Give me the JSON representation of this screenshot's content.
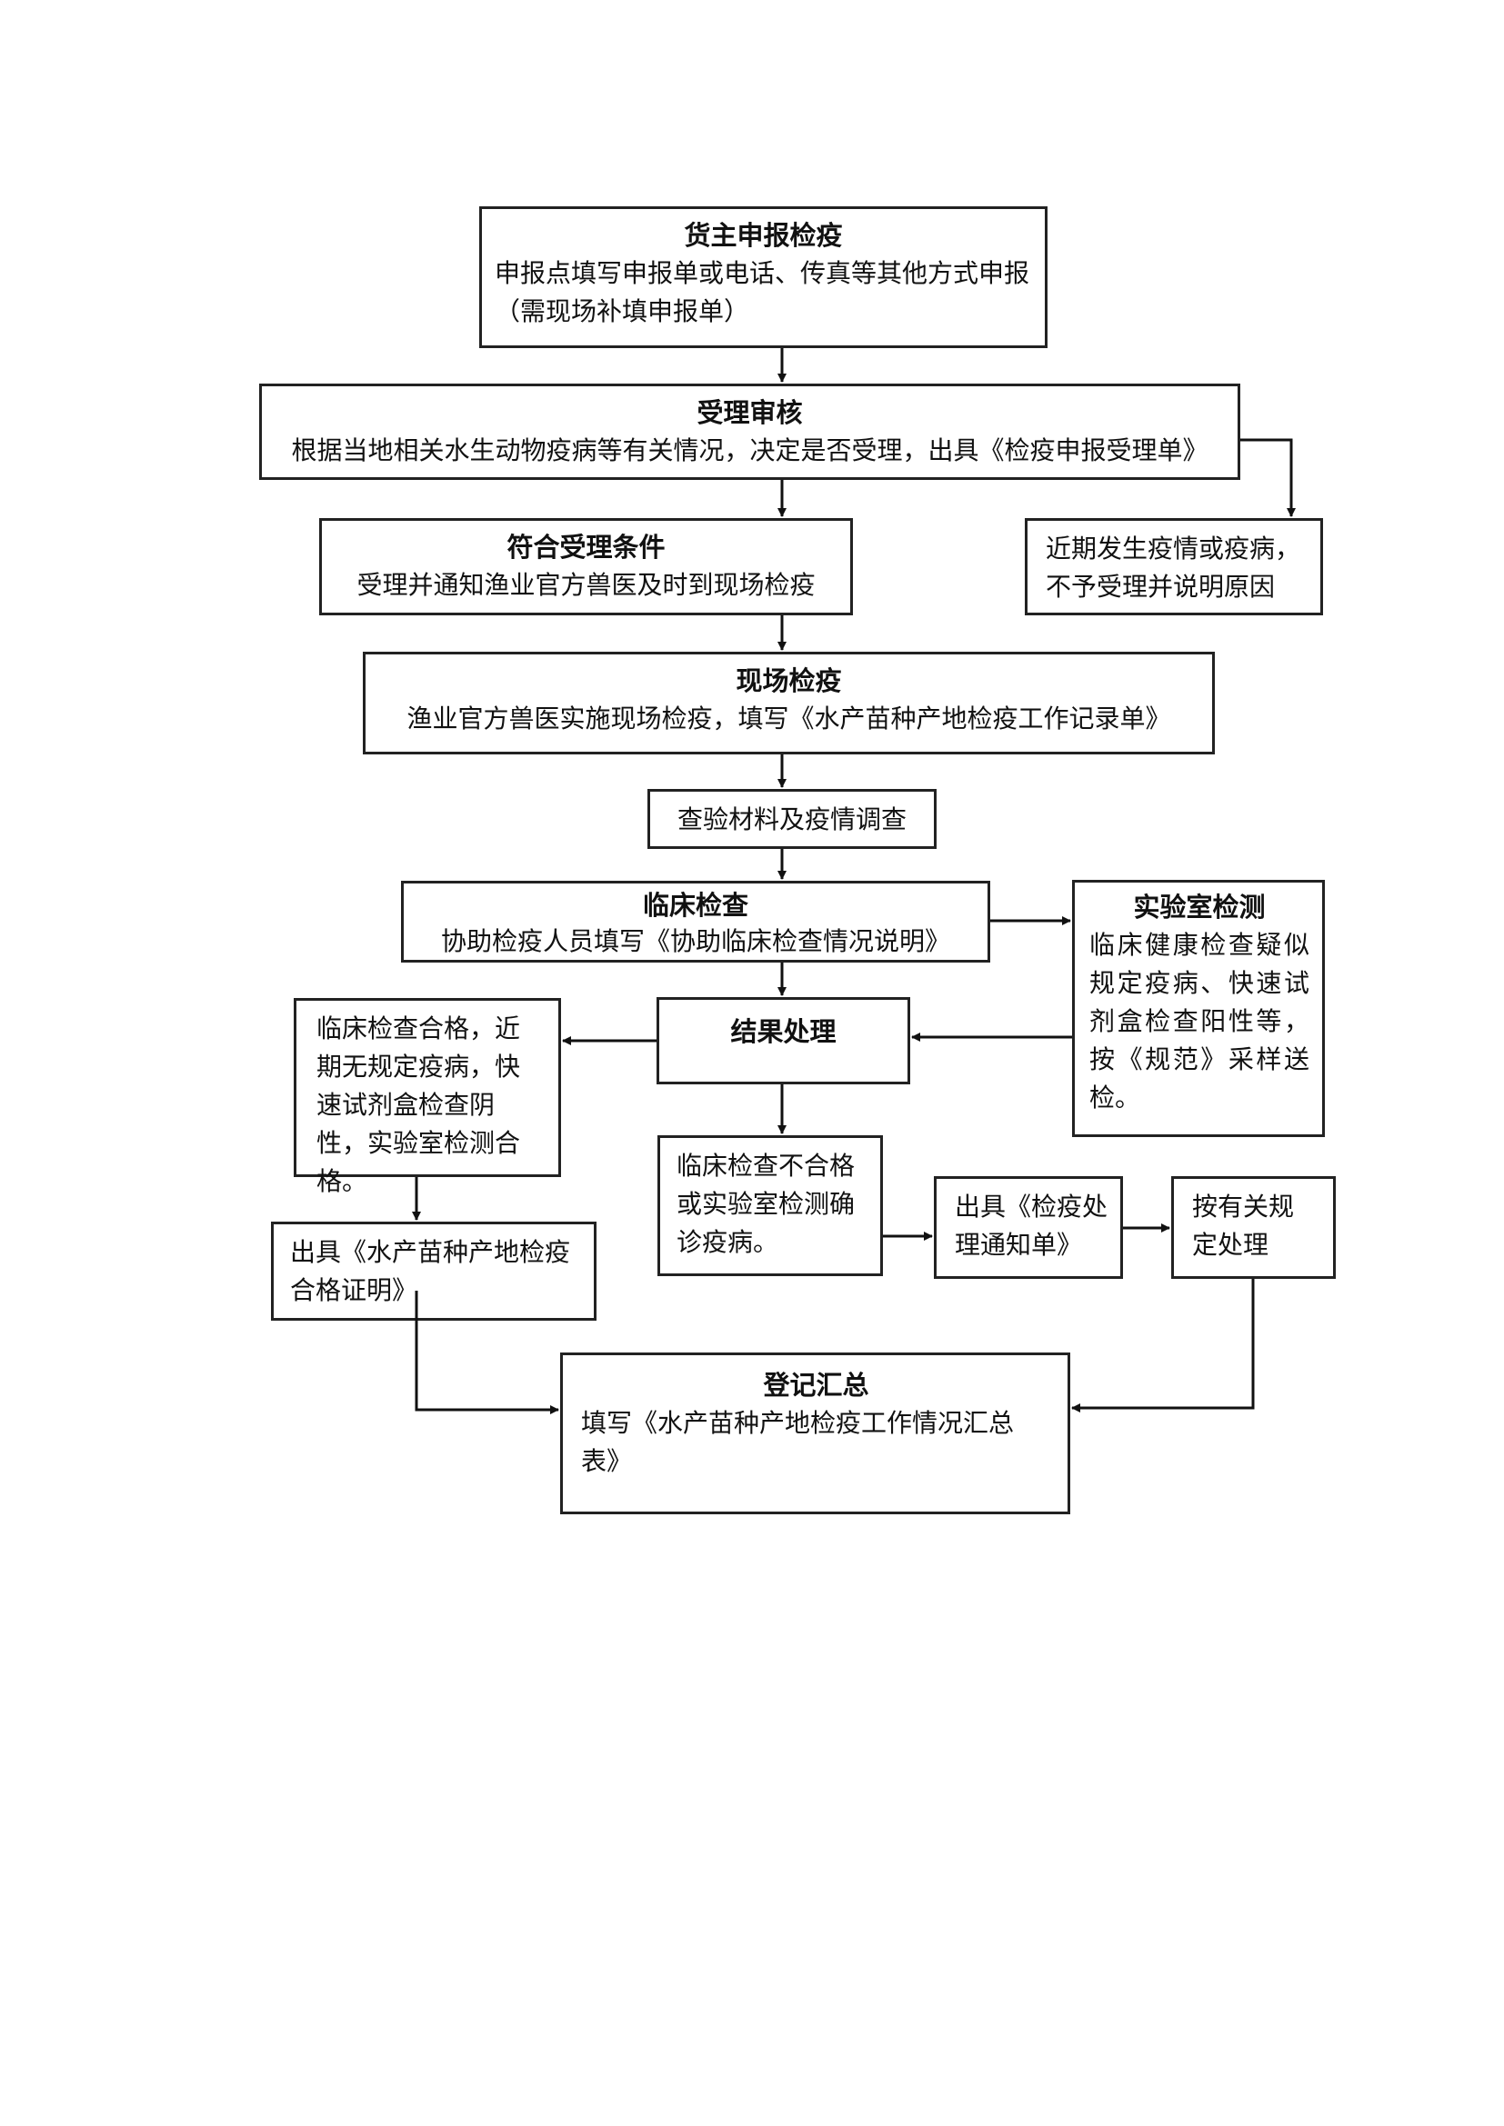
{
  "flowchart": {
    "declare": {
      "title": "货主申报检疫",
      "body": "申报点填写申报单或电话、传真等其他方式申报（需现场补填申报单）"
    },
    "review": {
      "title": "受理审核",
      "body": "根据当地相关水生动物疫病等有关情况，决定是否受理，出具《检疫申报受理单》"
    },
    "accept": {
      "title": "符合受理条件",
      "body": "受理并通知渔业官方兽医及时到现场检疫"
    },
    "reject": {
      "body": "近期发生疫情或疫病，不予受理并说明原因"
    },
    "onsite": {
      "title": "现场检疫",
      "body": "渔业官方兽医实施现场检疫，填写《水产苗种产地检疫工作记录单》"
    },
    "materials": {
      "body": "查验材料及疫情调查"
    },
    "clinical": {
      "title": "临床检查",
      "body": "协助检疫人员填写《协助临床检查情况说明》"
    },
    "lab": {
      "title": "实验室检测",
      "body": "临床健康检查疑似规定疫病、快速试剂盒检查阳性等，按《规范》采样送检。"
    },
    "result": {
      "title": "结果处理"
    },
    "pass": {
      "body": "临床检查合格，近期无规定疫病，快速试剂盒检查阴性，实验室检测合格。"
    },
    "certificate": {
      "body": "出具《水产苗种产地检疫合格证明》"
    },
    "fail": {
      "body": "临床检查不合格或实验室检测确诊疫病。"
    },
    "notice": {
      "body": "出具《检疫处理通知单》"
    },
    "handle": {
      "body": "按有关规定处理"
    },
    "register": {
      "title": "登记汇总",
      "body": "填写《水产苗种产地检疫工作情况汇总表》"
    }
  }
}
